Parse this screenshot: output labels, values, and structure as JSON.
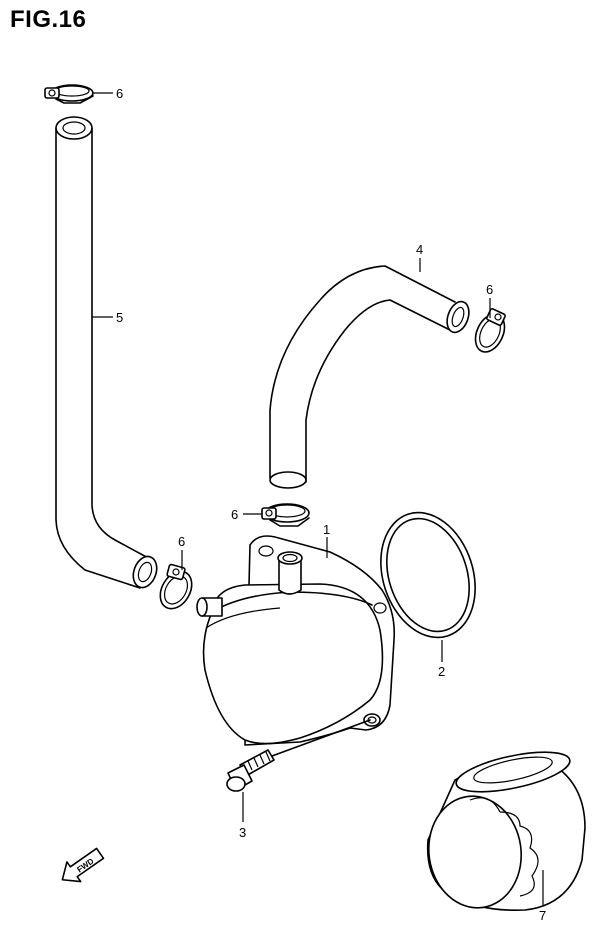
{
  "figure": {
    "title": "FIG.16"
  },
  "callouts": {
    "c1": "1",
    "c2": "2",
    "c3": "3",
    "c4": "4",
    "c5": "5",
    "c6_top": "6",
    "c6_right": "6",
    "c6_middle": "6",
    "c6_left": "6",
    "c7": "7"
  },
  "fwd_badge": {
    "text": "FWD"
  }
}
